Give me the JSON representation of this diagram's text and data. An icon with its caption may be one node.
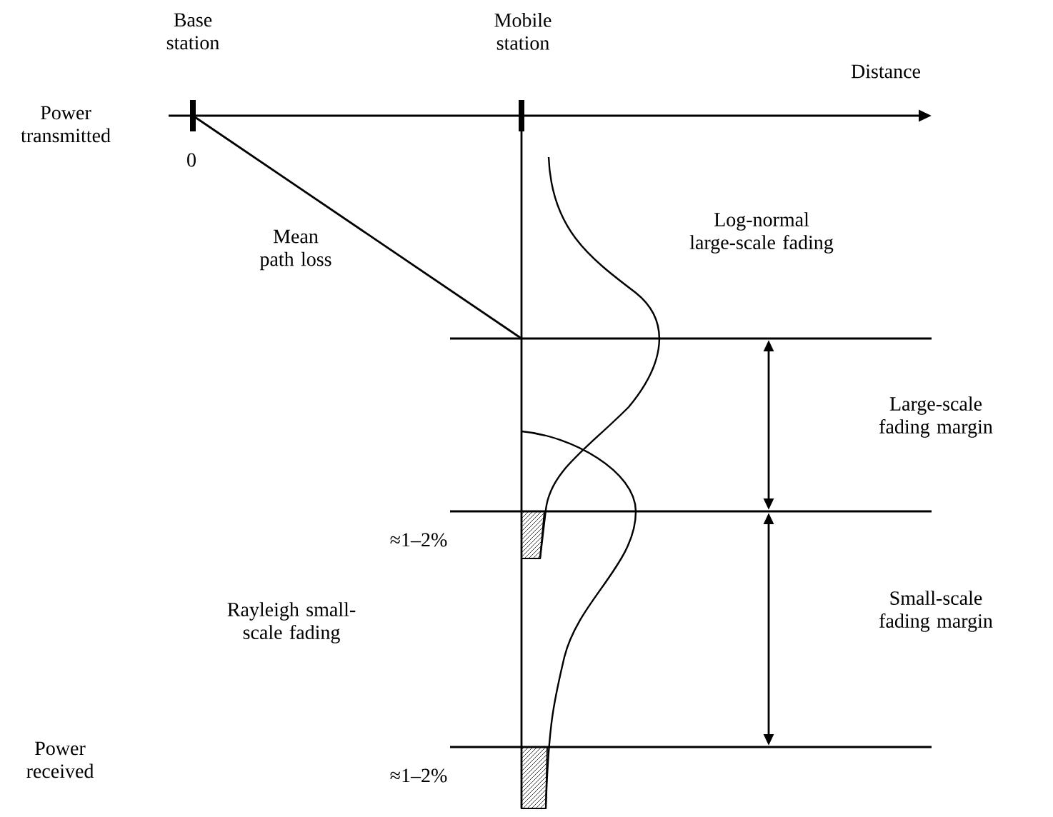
{
  "diagram": {
    "labels": [
      "Base station",
      "Mobile station",
      "Distance",
      "Power transmitted",
      "0",
      "Mean path loss",
      "Log-normal large-scale fading",
      "Large-scale fading margin",
      "≈1–2%",
      "Rayleigh small-scale fading",
      "Small-scale fading margin",
      "Power received",
      "≈1–2%"
    ]
  }
}
